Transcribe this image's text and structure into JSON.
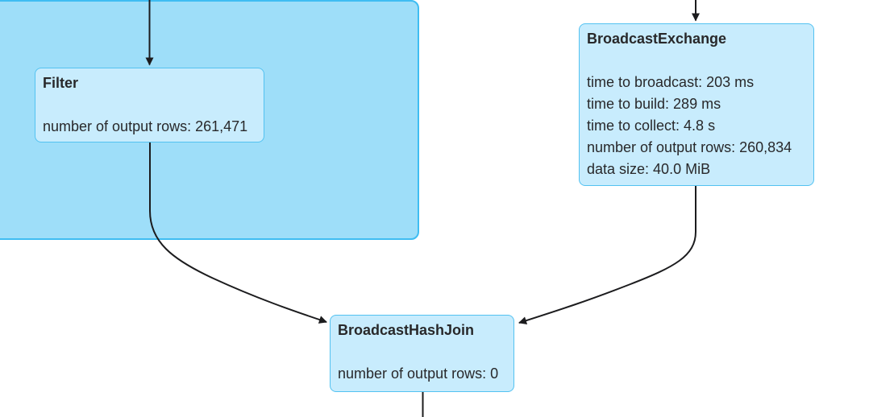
{
  "diagram": {
    "type": "dag",
    "kind": "spark-sql-query-plan",
    "nodes": [
      {
        "id": "filter",
        "title": "Filter",
        "metrics": [
          "number of output rows: 261,471"
        ]
      },
      {
        "id": "broadcast-exchange",
        "title": "BroadcastExchange",
        "metrics": [
          "time to broadcast: 203 ms",
          "time to build: 289 ms",
          "time to collect: 4.8 s",
          "number of output rows: 260,834",
          "data size: 40.0 MiB"
        ]
      },
      {
        "id": "broadcast-hash-join",
        "title": "BroadcastHashJoin",
        "metrics": [
          "number of output rows: 0"
        ]
      }
    ],
    "edges": [
      {
        "from": "offscreen-top-left",
        "to": "filter"
      },
      {
        "from": "offscreen-top-right",
        "to": "broadcast-exchange"
      },
      {
        "from": "filter",
        "to": "broadcast-hash-join"
      },
      {
        "from": "broadcast-exchange",
        "to": "broadcast-hash-join"
      },
      {
        "from": "broadcast-hash-join",
        "to": "offscreen-bottom"
      }
    ],
    "colors": {
      "cluster_fill": "#9EDEF9",
      "cluster_border": "#3FBDF2",
      "node_fill": "#C8ECFD",
      "node_border": "#53C2F1",
      "edge": "#1C1C1E",
      "text": "#28282A"
    }
  }
}
